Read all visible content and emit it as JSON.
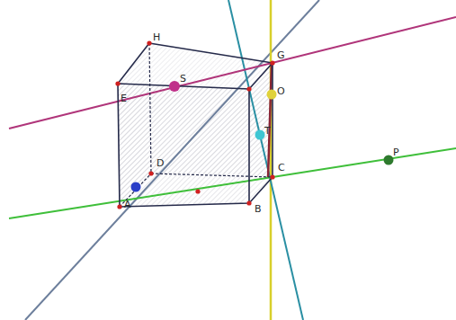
{
  "diagram": {
    "labels": [
      "H",
      "G",
      "E",
      "S",
      "O",
      "T",
      "P",
      "D",
      "C",
      "B",
      "A"
    ]
  }
}
